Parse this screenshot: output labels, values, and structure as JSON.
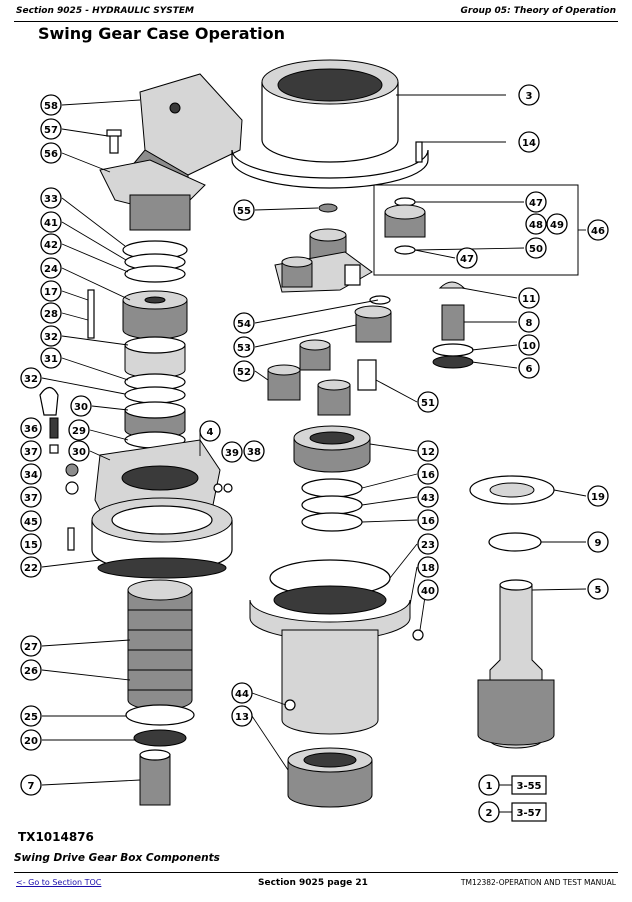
{
  "header": {
    "section": "Section 9025 - HYDRAULIC SYSTEM",
    "group": "Group 05: Theory of Operation"
  },
  "page_title": "Swing Gear Case Operation",
  "figure": {
    "code": "TX1014876",
    "caption": "Swing Drive Gear Box Components",
    "callouts": [
      "58",
      "57",
      "56",
      "33",
      "41",
      "42",
      "24",
      "17",
      "28",
      "32",
      "31",
      "32",
      "30",
      "36",
      "29",
      "37",
      "30",
      "34",
      "37",
      "45",
      "15",
      "22",
      "27",
      "26",
      "25",
      "20",
      "7",
      "4",
      "39",
      "38",
      "3",
      "14",
      "55",
      "47",
      "48",
      "49",
      "50",
      "47",
      "46",
      "11",
      "8",
      "10",
      "6",
      "54",
      "53",
      "52",
      "51",
      "12",
      "16",
      "43",
      "16",
      "23",
      "18",
      "40",
      "44",
      "13",
      "19",
      "9",
      "5",
      "1",
      "2"
    ],
    "references": [
      {
        "num": "1",
        "ref": "3-55"
      },
      {
        "num": "2",
        "ref": "3-57"
      }
    ]
  },
  "footer": {
    "toc_link": "<- Go to Section TOC",
    "page": "Section 9025 page 21",
    "manual": "TM12382-OPERATION AND TEST MANUAL"
  }
}
